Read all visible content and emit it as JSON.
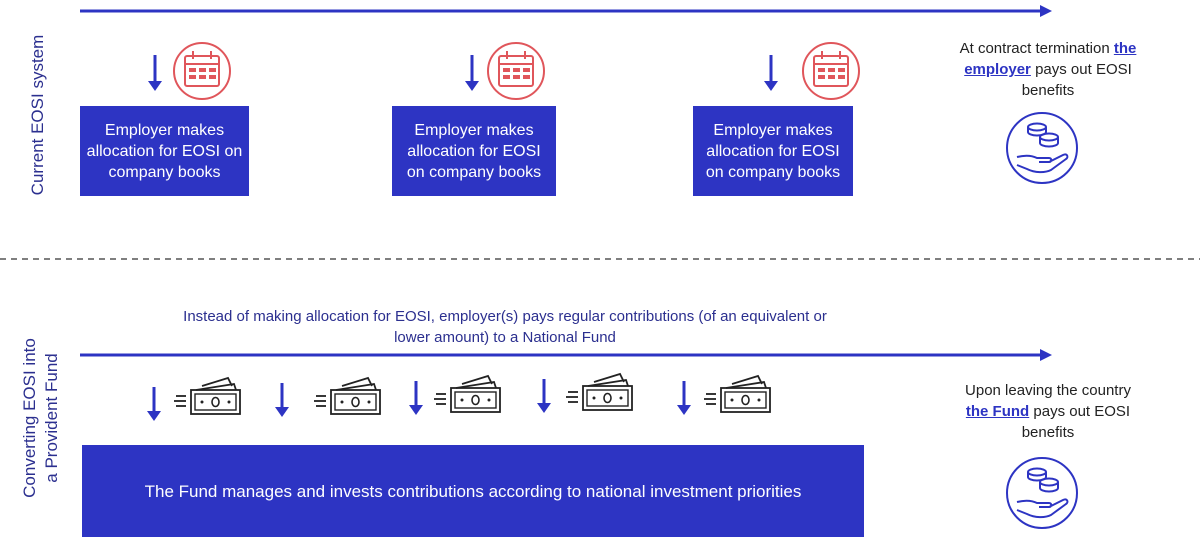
{
  "top": {
    "row_label": "Current EOSI system",
    "steps": [
      {
        "text": "Employer makes allocation for EOSI on company books",
        "icon": "calendar-icon"
      },
      {
        "text": "Employer makes allocation for EOSI on company books",
        "icon": "calendar-icon"
      },
      {
        "text": "Employer makes allocation for EOSI on company books",
        "icon": "calendar-icon"
      }
    ],
    "outcome": {
      "pre": "At contract termination ",
      "emphasis": "the employer",
      "post": " pays out EOSI benefits",
      "icon": "coins-in-hand-icon"
    }
  },
  "bottom": {
    "row_label_line1": "Converting EOSI into",
    "row_label_line2": "a Provident Fund",
    "caption": "Instead of making allocation for EOSI, employer(s) pays regular contributions (of an equivalent or lower amount) to a National Fund",
    "contribution_icons": [
      "cash-icon",
      "cash-icon",
      "cash-icon",
      "cash-icon",
      "cash-icon"
    ],
    "fund_box": "The Fund manages and invests contributions according to national investment priorities",
    "outcome": {
      "pre": "Upon leaving the country ",
      "emphasis": "the Fund",
      "post": " pays out EOSI benefits",
      "icon": "coins-in-hand-icon"
    }
  },
  "colors": {
    "accent": "#2d34c3",
    "icon_red": "#e0565b",
    "divider": "#555555"
  }
}
